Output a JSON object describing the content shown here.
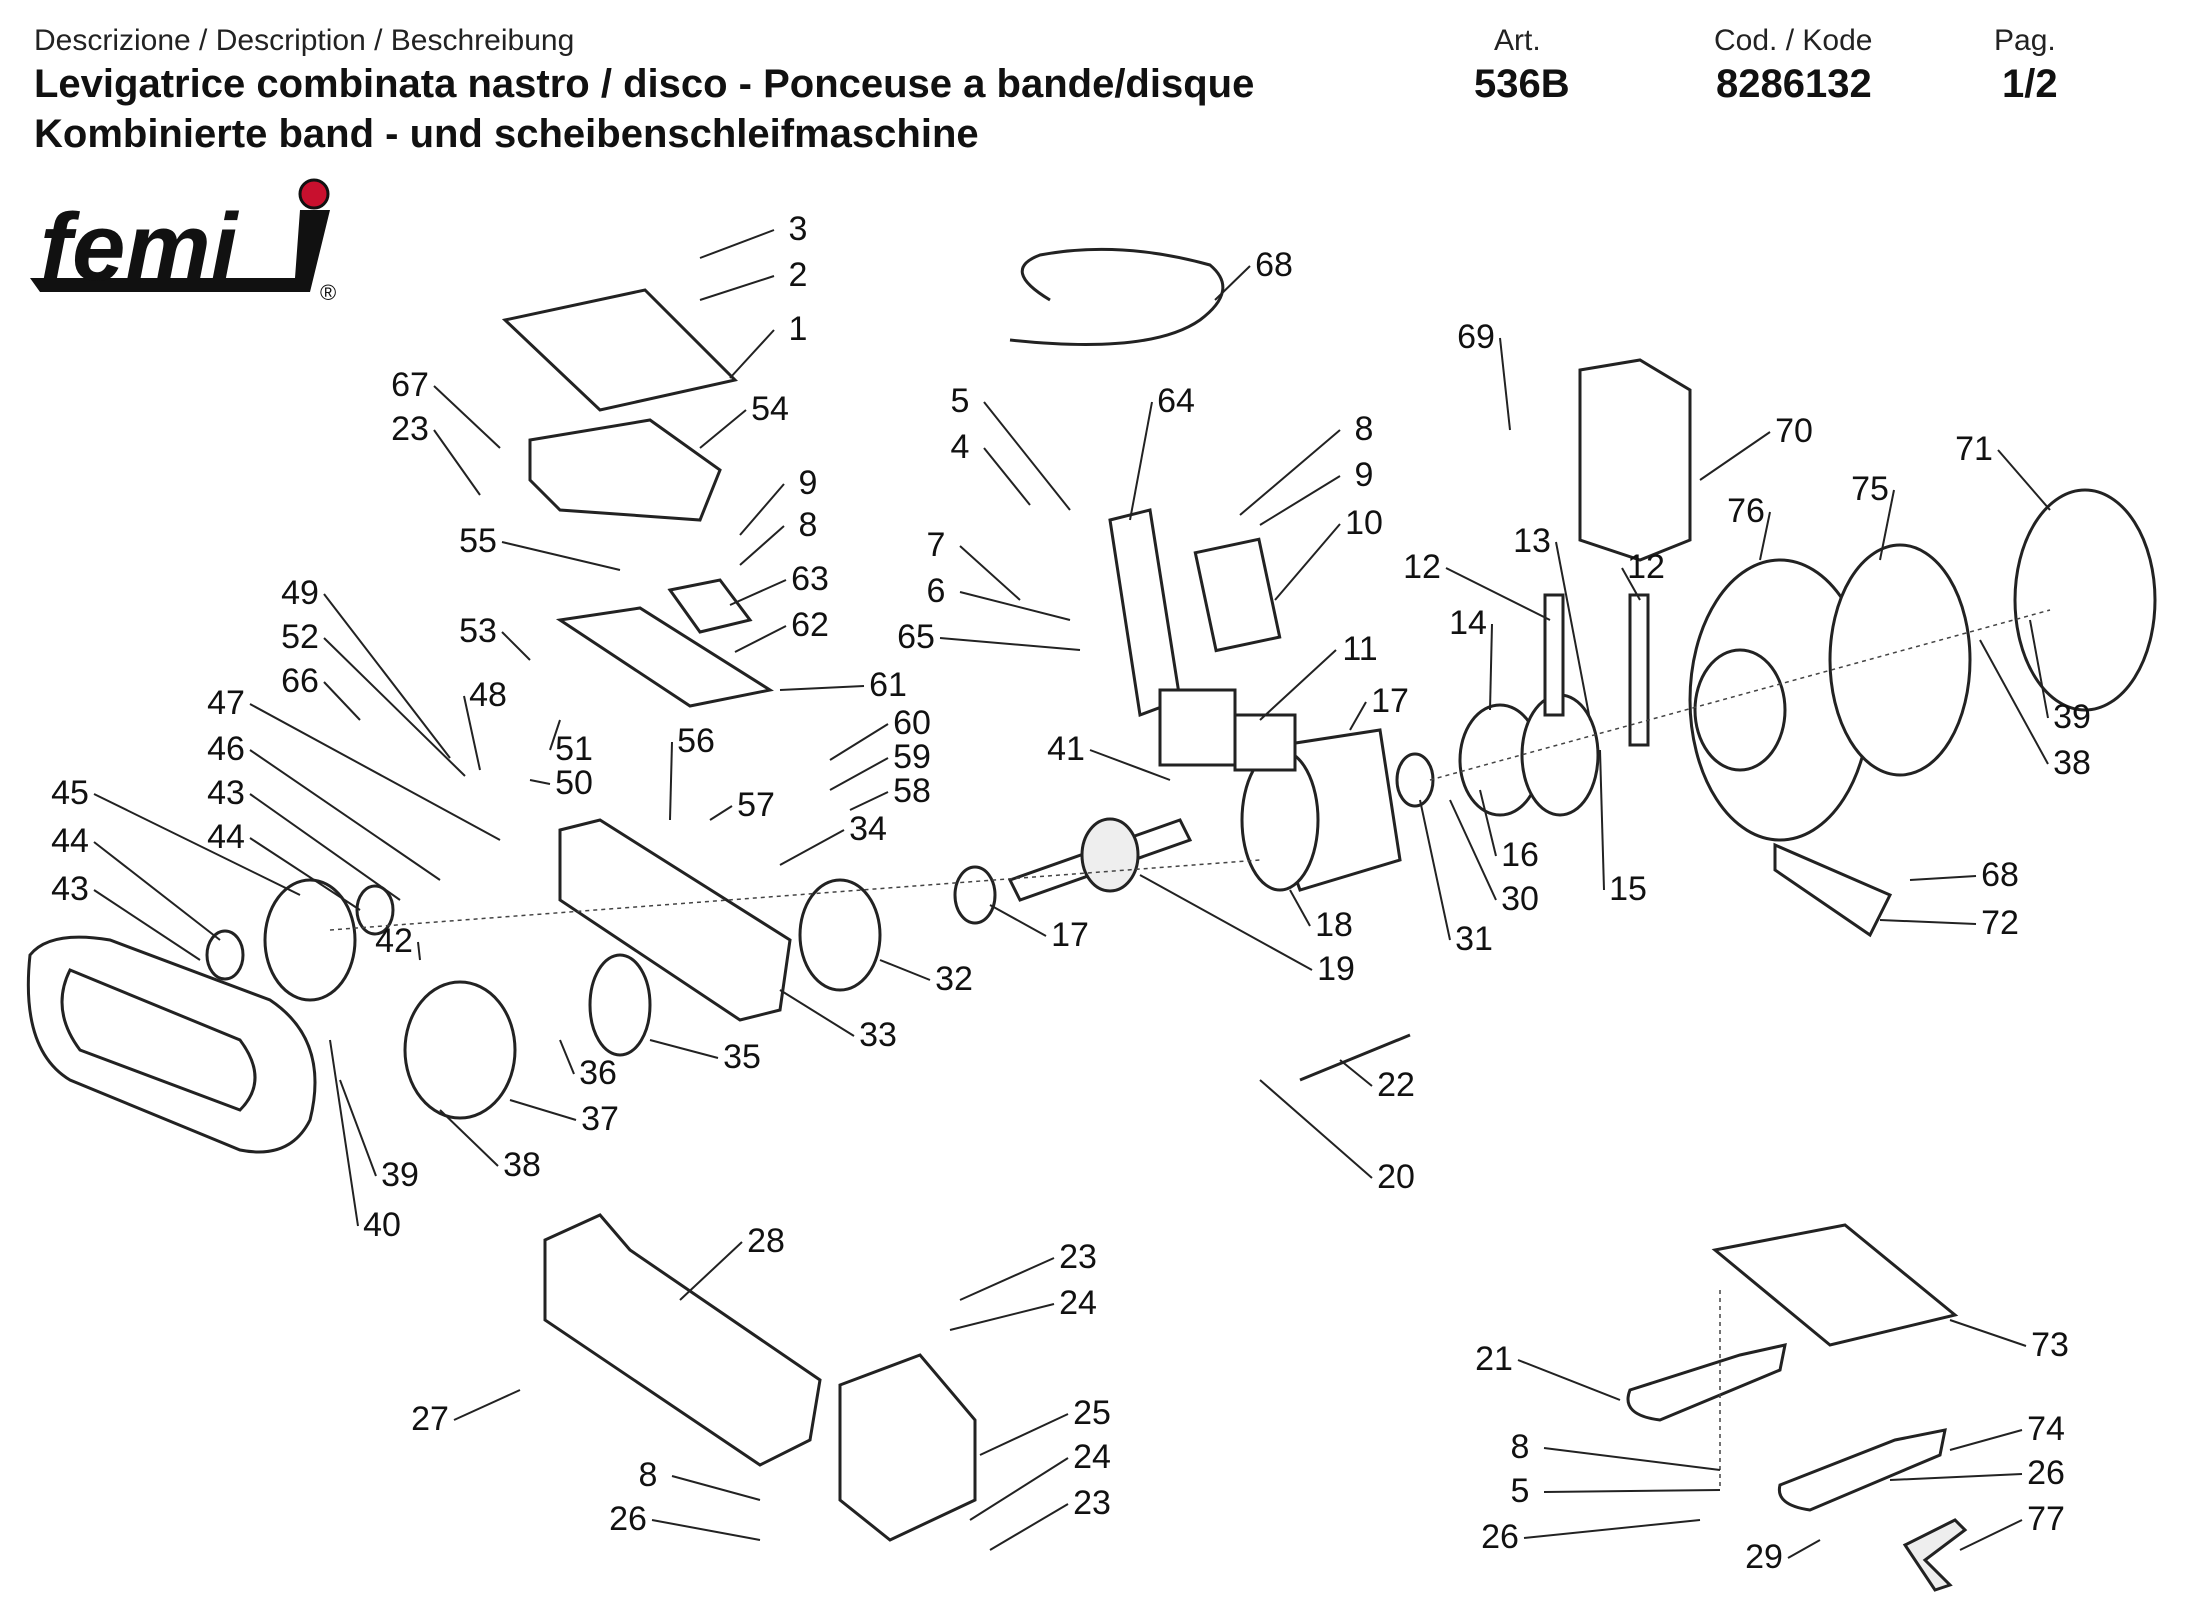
{
  "header": {
    "description_label": "Descrizione / Description / Beschreibung",
    "title_line1": "Levigatrice combinata nastro / disco - Ponceuse a bande/disque",
    "title_line2": "Kombinierte band - und scheibenschleifmaschine",
    "art_label": "Art.",
    "art_value": "536B",
    "code_label": "Cod. / Kode",
    "code_value": "8286132",
    "page_label": "Pag.",
    "page_value": "1/2"
  },
  "logo": {
    "text": "femi",
    "registered": "®"
  },
  "callouts": [
    {
      "id": "c3",
      "text": "3"
    },
    {
      "id": "c2",
      "text": "2"
    },
    {
      "id": "c1",
      "text": "1"
    },
    {
      "id": "c67",
      "text": "67"
    },
    {
      "id": "c23a",
      "text": "23"
    },
    {
      "id": "c54",
      "text": "54"
    },
    {
      "id": "c9a",
      "text": "9"
    },
    {
      "id": "c8a",
      "text": "8"
    },
    {
      "id": "c55",
      "text": "55"
    },
    {
      "id": "c63",
      "text": "63"
    },
    {
      "id": "c62",
      "text": "62"
    },
    {
      "id": "c49",
      "text": "49"
    },
    {
      "id": "c52",
      "text": "52"
    },
    {
      "id": "c53",
      "text": "53"
    },
    {
      "id": "c66",
      "text": "66"
    },
    {
      "id": "c48",
      "text": "48"
    },
    {
      "id": "c61",
      "text": "61"
    },
    {
      "id": "c47",
      "text": "47"
    },
    {
      "id": "c51",
      "text": "51"
    },
    {
      "id": "c46",
      "text": "46"
    },
    {
      "id": "c56",
      "text": "56"
    },
    {
      "id": "c50",
      "text": "50"
    },
    {
      "id": "c43a",
      "text": "43"
    },
    {
      "id": "c45",
      "text": "45"
    },
    {
      "id": "c44a",
      "text": "44"
    },
    {
      "id": "c44b",
      "text": "44"
    },
    {
      "id": "c43b",
      "text": "43"
    },
    {
      "id": "c42",
      "text": "42"
    },
    {
      "id": "c57",
      "text": "57"
    },
    {
      "id": "c34",
      "text": "34"
    },
    {
      "id": "c60",
      "text": "60"
    },
    {
      "id": "c59",
      "text": "59"
    },
    {
      "id": "c58",
      "text": "58"
    },
    {
      "id": "c36",
      "text": "36"
    },
    {
      "id": "c35",
      "text": "35"
    },
    {
      "id": "c33",
      "text": "33"
    },
    {
      "id": "c32",
      "text": "32"
    },
    {
      "id": "c37",
      "text": "37"
    },
    {
      "id": "c39a",
      "text": "39"
    },
    {
      "id": "c38a",
      "text": "38"
    },
    {
      "id": "c40",
      "text": "40"
    },
    {
      "id": "c68a",
      "text": "68"
    },
    {
      "id": "c5a",
      "text": "5"
    },
    {
      "id": "c64",
      "text": "64"
    },
    {
      "id": "c4",
      "text": "4"
    },
    {
      "id": "c8b",
      "text": "8"
    },
    {
      "id": "c9b",
      "text": "9"
    },
    {
      "id": "c7",
      "text": "7"
    },
    {
      "id": "c10",
      "text": "10"
    },
    {
      "id": "c6",
      "text": "6"
    },
    {
      "id": "c65",
      "text": "65"
    },
    {
      "id": "c11",
      "text": "11"
    },
    {
      "id": "c41",
      "text": "41"
    },
    {
      "id": "c17a",
      "text": "17"
    },
    {
      "id": "c17b",
      "text": "17"
    },
    {
      "id": "c18",
      "text": "18"
    },
    {
      "id": "c19",
      "text": "19"
    },
    {
      "id": "c22",
      "text": "22"
    },
    {
      "id": "c20",
      "text": "20"
    },
    {
      "id": "c69",
      "text": "69"
    },
    {
      "id": "c70",
      "text": "70"
    },
    {
      "id": "c71",
      "text": "71"
    },
    {
      "id": "c76",
      "text": "76"
    },
    {
      "id": "c75",
      "text": "75"
    },
    {
      "id": "c13",
      "text": "13"
    },
    {
      "id": "c12a",
      "text": "12"
    },
    {
      "id": "c12b",
      "text": "12"
    },
    {
      "id": "c14",
      "text": "14"
    },
    {
      "id": "c16",
      "text": "16"
    },
    {
      "id": "c30",
      "text": "30"
    },
    {
      "id": "c31",
      "text": "31"
    },
    {
      "id": "c15",
      "text": "15"
    },
    {
      "id": "c39b",
      "text": "39"
    },
    {
      "id": "c38b",
      "text": "38"
    },
    {
      "id": "c68b",
      "text": "68"
    },
    {
      "id": "c72",
      "text": "72"
    },
    {
      "id": "c28",
      "text": "28"
    },
    {
      "id": "c23b",
      "text": "23"
    },
    {
      "id": "c24a",
      "text": "24"
    },
    {
      "id": "c27",
      "text": "27"
    },
    {
      "id": "c25",
      "text": "25"
    },
    {
      "id": "c24b",
      "text": "24"
    },
    {
      "id": "c8c",
      "text": "8"
    },
    {
      "id": "c23c",
      "text": "23"
    },
    {
      "id": "c26a",
      "text": "26"
    },
    {
      "id": "c21",
      "text": "21"
    },
    {
      "id": "c73",
      "text": "73"
    },
    {
      "id": "c8d",
      "text": "8"
    },
    {
      "id": "c74",
      "text": "74"
    },
    {
      "id": "c5b",
      "text": "5"
    },
    {
      "id": "c26b",
      "text": "26"
    },
    {
      "id": "c26c",
      "text": "26"
    },
    {
      "id": "c77",
      "text": "77"
    },
    {
      "id": "c29",
      "text": "29"
    }
  ]
}
